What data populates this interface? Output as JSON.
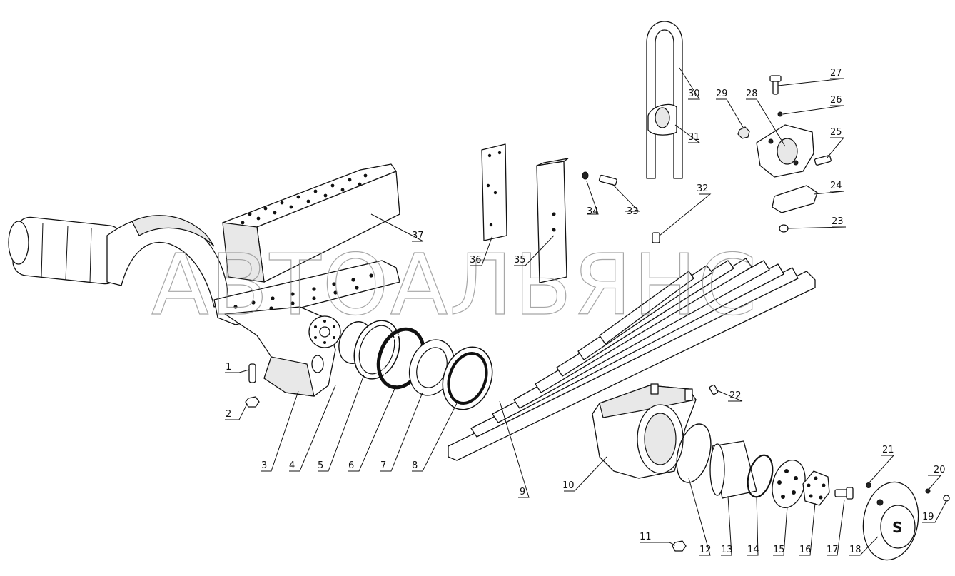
{
  "watermark": "АВТОАЛЬЯНС",
  "callouts": [
    "1",
    "2",
    "3",
    "4",
    "5",
    "6",
    "7",
    "8",
    "9",
    "10",
    "11",
    "12",
    "13",
    "14",
    "15",
    "16",
    "17",
    "18",
    "19",
    "20",
    "21",
    "22",
    "23",
    "24",
    "25",
    "26",
    "27",
    "28",
    "29",
    "30",
    "31",
    "32",
    "33",
    "34",
    "35",
    "36",
    "37"
  ]
}
